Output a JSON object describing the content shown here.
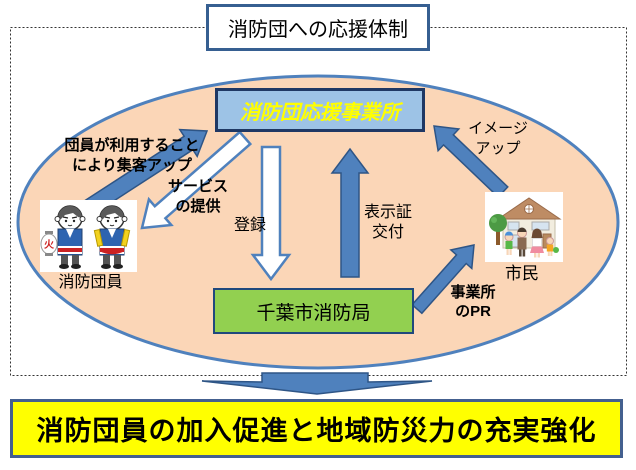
{
  "header": {
    "title": "消防団への応援体制"
  },
  "ellipse": {
    "top_box_label": "消防団応援事業所",
    "bottom_box_label": "千葉市消防局"
  },
  "labels": {
    "member_gain": {
      "line1": "団員が利用すること",
      "line2": "により集客アップ"
    },
    "service": {
      "line1": "サービス",
      "line2": "の提供"
    },
    "register": "登録",
    "certificate": {
      "line1": "表示証",
      "line2": "交付"
    },
    "image_up": {
      "line1": "イメージ",
      "line2": "アップ"
    },
    "pr": {
      "line1": "事業所",
      "line2": "のPR"
    },
    "members_caption": "消防団員",
    "citizens_caption": "市民",
    "lantern_char": "火"
  },
  "footer": {
    "slogan": "消防団員の加入促進と地域防災力の充実強化"
  },
  "colors": {
    "ellipse_fill": "#FBD6B7",
    "ellipse_border": "#4F81BD",
    "arrow_blue_fill": "#4F81BD",
    "arrow_border": "#2E5586",
    "arrow_white_fill": "#FFFFFF",
    "top_box_fill": "#9DC3E6",
    "top_box_border": "#1F3864",
    "top_box_text": "#FFFF00",
    "green_box_fill": "#92D050",
    "green_box_border": "#1F497D",
    "footer_fill": "#FFFF00",
    "footer_border": "#44608F",
    "title_border": "#365F91"
  }
}
